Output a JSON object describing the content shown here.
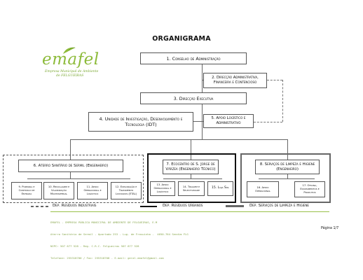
{
  "title": "ORGANIGRAMA",
  "logo": {
    "name": "emafel",
    "line1": "Empresa Municipal de Ambiente",
    "line2": "de FELGUEIRAS"
  },
  "boxes": {
    "b1": "1. Conselho de Administração",
    "b2": "2. Direcção Administrativa, Financeira e Contencioso",
    "b3": "3. Direcção Executiva",
    "b4": "4. Unidade de Investigação, Desenvolvimento e Tecnologia (IDT)",
    "b5": "5. Apoio Logístico e Administrativo",
    "b6": "6. Aterro Sanitário de Sermil (Engenheiro)",
    "b7": "7. Ecocentro de S. Jorge de Várzea (Engenheiro Técnico)",
    "b8": "8. Serviços de Limpeza e Higiene (Engenheiro)"
  },
  "subboxes": {
    "s9": "9. Portaria e Controlo de Entrada",
    "s10": "10. Reciclagem e Valorização Multimaterial",
    "s11": "11. Apoio Operacional e Logístico",
    "s12": "12. Exploração e Tratamento Lixiviados (ETAL)",
    "s13": "13. Apoio Operacional e Logístico",
    "s14": "14. Triagem e Selectividade",
    "s15": "15. Loja Sol",
    "s16": "16. Apoio Operacional",
    "s17": "17. Oficina, Equipamentos e Produtos"
  },
  "legend": {
    "l1": "Dep. Resíduos Industriais",
    "l2": "Dep. Resíduos Urbanos",
    "l3": "Dep. Serviços de Limpeza e Higiene"
  },
  "footer": {
    "line1": "EMAFEL - EMPRESA PÚBLICA MUNICIPAL DE AMBIENTE DE FELGUEIRAS, E.M",
    "line2": "Aterro Sanitário de Sermil - Apartado 253 - Lug. de Frasuinha -  4650-764 Sendim FLG",
    "line3": "NIPC: 507 677 528 - Reg. C.R.C. Felgueiras 507 677 528",
    "line4": "Telefone: 255318700 / Fax: 255318708 - E-mail: geral.emafel@gmail.com",
    "page": "Página 1/7"
  },
  "colors": {
    "logo_green": "#8dbb3a",
    "footer_text": "#8aa850",
    "footer_rule": "#9ac04a"
  }
}
